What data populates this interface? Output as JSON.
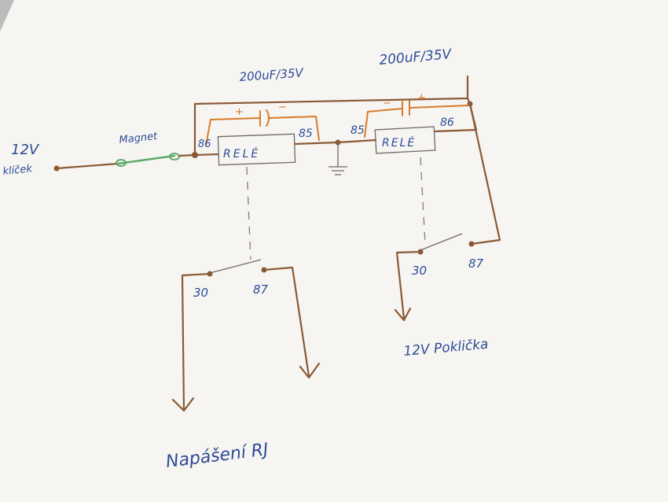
{
  "labels": {
    "supply_top": "12V",
    "supply_bottom": "klíček",
    "magnet": "Magnet",
    "cap_left_value": "200uF/35V",
    "cap_right_value": "200uF/35V",
    "cap_left_plus": "+",
    "cap_left_minus": "−",
    "cap_right_minus": "−",
    "cap_right_plus": "+",
    "relay_left": "RELÉ",
    "relay_right": "RELÉ",
    "pin_left_86": "86",
    "pin_left_85": "85",
    "pin_right_85": "85",
    "pin_right_86": "86",
    "contact_left_30": "30",
    "contact_left_87": "87",
    "contact_right_30": "30",
    "contact_right_87": "87",
    "output_right": "12V Poklička",
    "output_left": "Napášení RJ"
  },
  "colors": {
    "paper": "#f6f5f2",
    "ink_blue": "#2d4c97",
    "brown_wire": "#8a5a35",
    "orange_wire": "#d97a2a",
    "green_wire": "#5ea86a"
  }
}
